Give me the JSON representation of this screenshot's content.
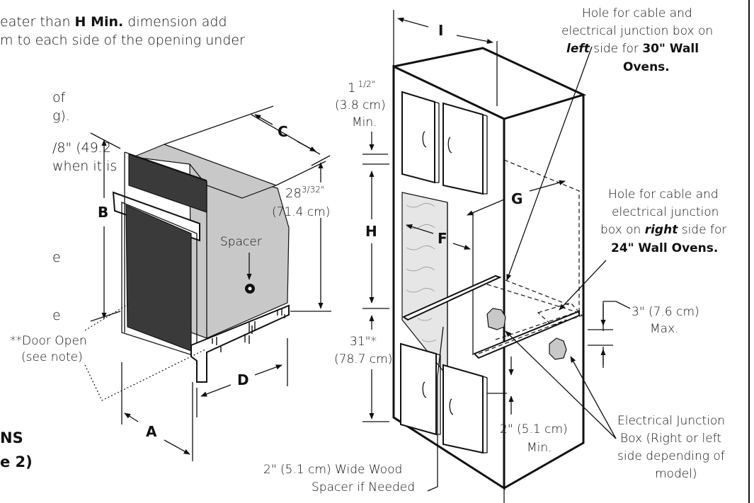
{
  "text_fragments": {
    "line1_pre": "eater than ",
    "line1_bold": "H Min.",
    "line1_post": " dimension add",
    "line2": "m to each side of the opening under",
    "line3": "of",
    "line4": "g).",
    "line5": "/8\" (49.2",
    "line6": "when it is",
    "line7": "e",
    "line8": "e",
    "heading1": "NS",
    "heading2": "e 2)"
  },
  "oven": {
    "dim_c": "C",
    "dim_b": "B",
    "dim_a": "A",
    "dim_d": "D",
    "height_in": "28",
    "height_frac": "3/32\"",
    "height_cm": "(71.4 cm)",
    "spacer_label": "Spacer",
    "door_open_1": "**Door Open",
    "door_open_2": "(see note)"
  },
  "cabinet": {
    "dim_i": "I",
    "dim_g": "G",
    "dim_f": "F",
    "dim_h": "H",
    "top_gap_whole": "1",
    "top_gap_frac": "1/2\"",
    "top_gap_cm": "(3.8 cm)",
    "top_gap_min": "Min.",
    "bottom_height": "31\"*",
    "bottom_height_cm": "(78.7 cm)",
    "bottom_gap": "2\" (5.1 cm)",
    "bottom_gap_min": "Min.",
    "spacer_1": "2\" (5.1 cm) Wide Wood",
    "spacer_2": "Spacer if Needed",
    "max_label": "3\" (7.6 cm)",
    "max_word": "Max."
  },
  "callouts": {
    "hole30_1": "Hole for cable and",
    "hole30_2": "electrical junction box on",
    "hole30_3_italic": "left",
    "hole30_3_rest": " side for ",
    "hole30_3_bold": "30\" Wall",
    "hole30_4": "Ovens.",
    "hole24_1": "Hole for cable and",
    "hole24_2": "electrical junction",
    "hole24_3_pre": "box on ",
    "hole24_3_italic": "right",
    "hole24_3_post": " side for",
    "hole24_4": "24\" Wall Ovens.",
    "jbox_1": "Electrical Junction",
    "jbox_2": "Box (Right or left",
    "jbox_3": "side depending of",
    "jbox_4": "model)"
  }
}
